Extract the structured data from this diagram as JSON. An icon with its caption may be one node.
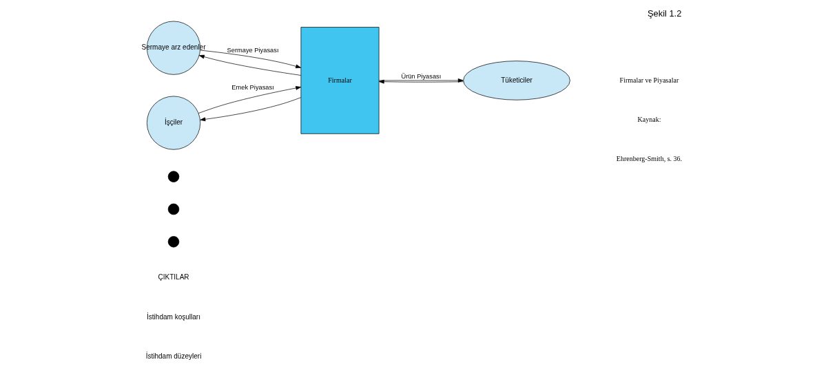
{
  "diagram": {
    "title": "Şekil 1.2",
    "caption": "Firmalar ve Piyasalar",
    "nodes": [
      {
        "text": [
          "Sermaye arz edenler"
        ]
      },
      {
        "text": [
          "İşçiler"
        ]
      },
      {
        "text": [
          "Firmalar"
        ]
      },
      {
        "text": [
          "Tüketiciler"
        ]
      },
      {
        "text": [],
        "shape": "circle"
      },
      {
        "text": [],
        "shape": "circle"
      },
      {
        "text": [],
        "shape": "circle"
      }
    ],
    "edges": [
      {
        "from": 0,
        "to": 2,
        "arrow": "to",
        "label": "Sermaye Piyasası"
      },
      {
        "from": 2,
        "to": 0,
        "arrow": "to"
      },
      {
        "from": 1,
        "to": 2,
        "arrow": "to",
        "label": "Emek Piyasası"
      },
      {
        "from": 2,
        "to": 1,
        "arrow": "to"
      },
      {
        "from": 2,
        "to": 3,
        "arrow": "to",
        "label": "Ürün Piyasası"
      },
      {
        "from": 3,
        "to": 2,
        "arrow": "to"
      }
    ],
    "labels": [
      "ÇIKTILAR",
      "İstihdam koşulları",
      "İstihdam düzeyleri",
      "Kaynak:",
      "Ehrenberg-Smith, s. 36."
    ]
  }
}
